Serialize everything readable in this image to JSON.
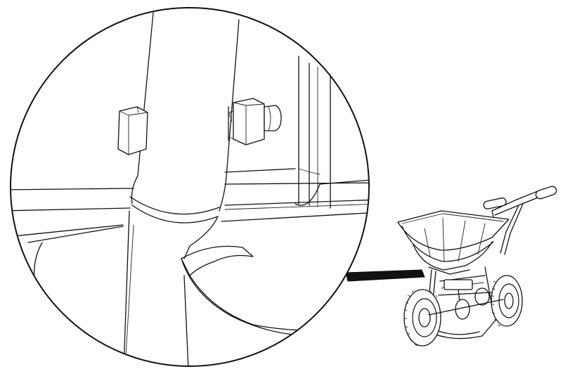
{
  "figure": {
    "type": "assembly-detail-illustration",
    "subject": "broadcast-spreader",
    "detail_view": "hopper-bracket-bolt-and-nut",
    "line_color": "#111111",
    "background": "#ffffff"
  }
}
